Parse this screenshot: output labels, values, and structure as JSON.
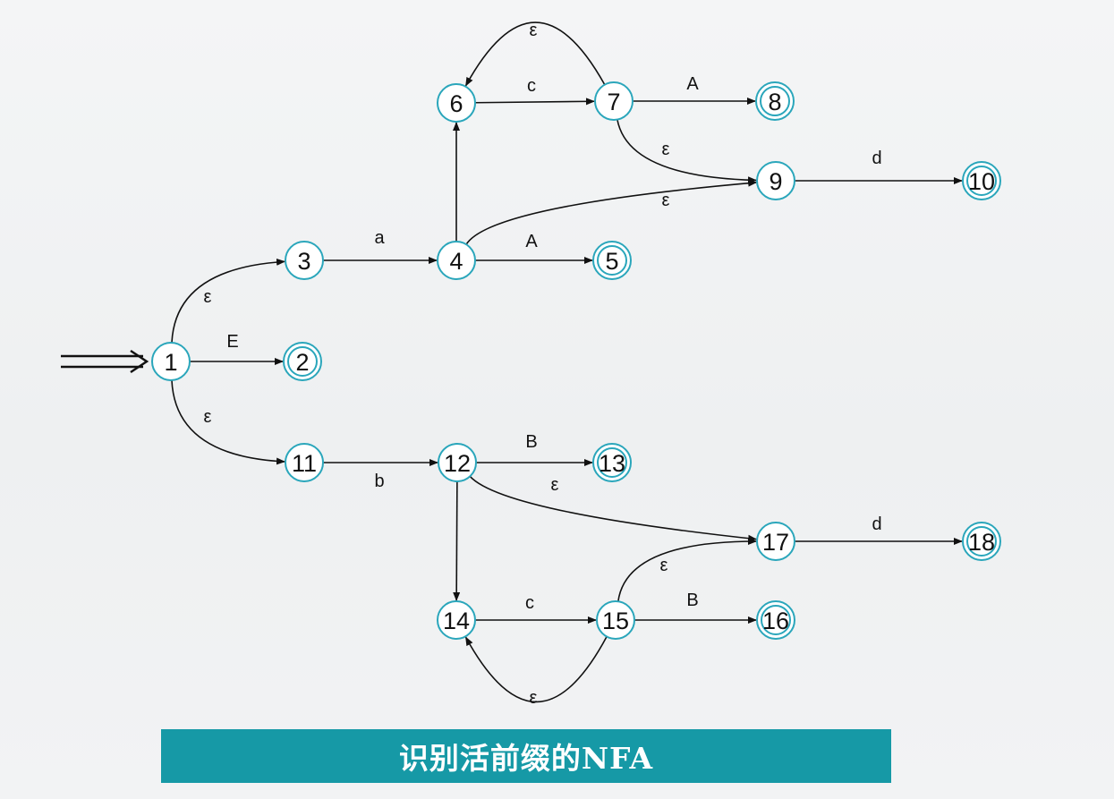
{
  "caption": "识别活前缀的NFA",
  "colors": {
    "state_ring": "#2aa6bb",
    "edge": "#111111",
    "caption_bg": "#1699a6"
  },
  "states": [
    {
      "id": "1",
      "accepting": false,
      "start": true
    },
    {
      "id": "2",
      "accepting": true
    },
    {
      "id": "3",
      "accepting": false
    },
    {
      "id": "4",
      "accepting": false
    },
    {
      "id": "5",
      "accepting": true
    },
    {
      "id": "6",
      "accepting": false
    },
    {
      "id": "7",
      "accepting": false
    },
    {
      "id": "8",
      "accepting": true
    },
    {
      "id": "9",
      "accepting": false
    },
    {
      "id": "10",
      "accepting": true
    },
    {
      "id": "11",
      "accepting": false
    },
    {
      "id": "12",
      "accepting": false
    },
    {
      "id": "13",
      "accepting": true
    },
    {
      "id": "14",
      "accepting": false
    },
    {
      "id": "15",
      "accepting": false
    },
    {
      "id": "16",
      "accepting": true
    },
    {
      "id": "17",
      "accepting": false
    },
    {
      "id": "18",
      "accepting": true
    }
  ],
  "transitions": [
    {
      "from": "1",
      "to": "3",
      "label": "ε"
    },
    {
      "from": "1",
      "to": "2",
      "label": "E"
    },
    {
      "from": "1",
      "to": "11",
      "label": "ε"
    },
    {
      "from": "3",
      "to": "4",
      "label": "a"
    },
    {
      "from": "4",
      "to": "5",
      "label": "A"
    },
    {
      "from": "4",
      "to": "6",
      "label": ""
    },
    {
      "from": "4",
      "to": "9",
      "label": "ε"
    },
    {
      "from": "6",
      "to": "7",
      "label": "c"
    },
    {
      "from": "7",
      "to": "6",
      "label": "ε"
    },
    {
      "from": "7",
      "to": "8",
      "label": "A"
    },
    {
      "from": "7",
      "to": "9",
      "label": "ε"
    },
    {
      "from": "9",
      "to": "10",
      "label": "d"
    },
    {
      "from": "11",
      "to": "12",
      "label": "b"
    },
    {
      "from": "12",
      "to": "13",
      "label": "B"
    },
    {
      "from": "12",
      "to": "17",
      "label": "ε"
    },
    {
      "from": "12",
      "to": "14",
      "label": ""
    },
    {
      "from": "14",
      "to": "15",
      "label": "c"
    },
    {
      "from": "15",
      "to": "14",
      "label": "ε"
    },
    {
      "from": "15",
      "to": "16",
      "label": "B"
    },
    {
      "from": "15",
      "to": "17",
      "label": "ε"
    },
    {
      "from": "17",
      "to": "18",
      "label": "d"
    }
  ]
}
